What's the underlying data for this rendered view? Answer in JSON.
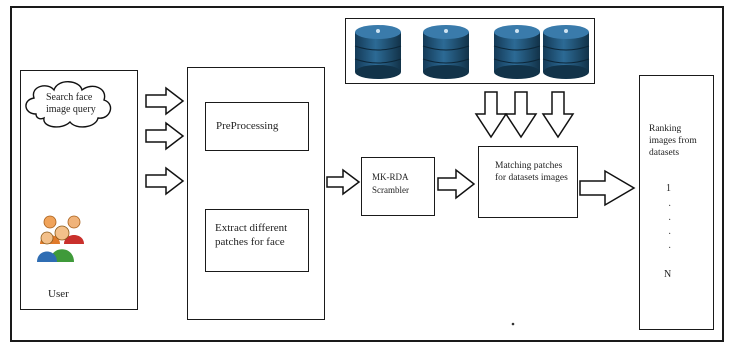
{
  "user_panel": {
    "query_cloud_label": "Search face image query",
    "user_label": "User"
  },
  "preprocess_panel": {
    "preprocessing_label": "PreProcessing",
    "extract_label": "Extract different patches for face"
  },
  "scrambler": {
    "label": "MK-RDA Scrambler"
  },
  "datasets": {
    "database_count": 4,
    "color": "#1f4f73"
  },
  "matching": {
    "label": "Matching patches for datasets images"
  },
  "ranking": {
    "label": "Ranking images from datasets",
    "first_rank": "1",
    "last_rank": "N"
  }
}
